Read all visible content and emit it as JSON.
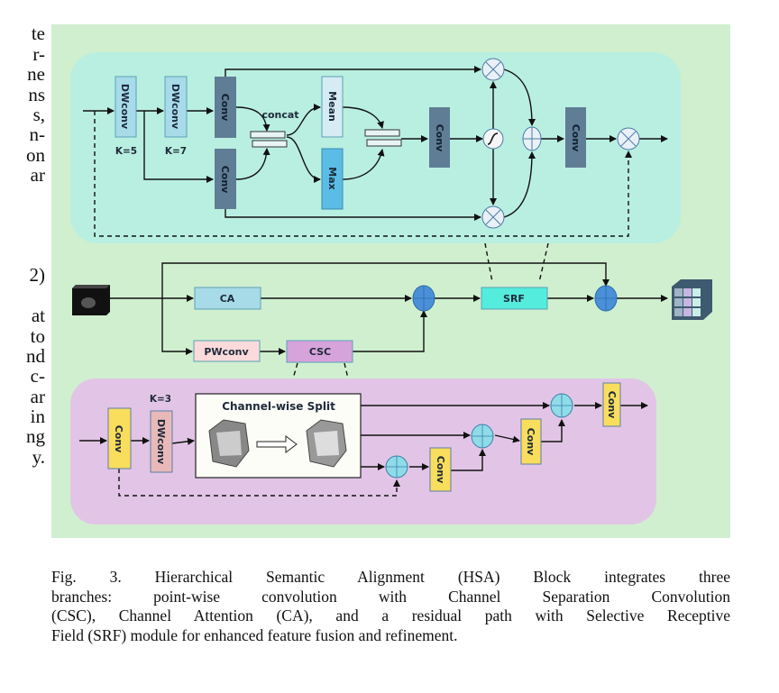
{
  "left_column_fragments": [
    "te",
    "r-",
    "ne",
    "ns",
    "s,",
    "n-",
    "on",
    "ar",
    "2)",
    "at",
    "to",
    "nd",
    "c-",
    "ar",
    "in",
    "ng",
    "y."
  ],
  "figure": {
    "top_block": {
      "dwconv1": "DWconv",
      "k1": "K=5",
      "dwconv2": "DWconv",
      "k2": "K=7",
      "conv_a": "Conv",
      "conv_b": "Conv",
      "concat": "concat",
      "mean": "Mean",
      "max": "Max",
      "conv_c": "Conv",
      "conv_d": "Conv"
    },
    "middle": {
      "ca": "CA",
      "pwconv": "PWconv",
      "csc": "CSC",
      "srf": "SRF"
    },
    "bottom_block": {
      "conv1": "Conv",
      "k": "K=3",
      "dwconv": "DWconv",
      "split_title": "Channel-wise Split",
      "conv2": "Conv",
      "conv3": "Conv",
      "conv4": "Conv"
    },
    "colors": {
      "figure_bg": "#d0efcf",
      "top_panel": "#b9efe0",
      "bottom_panel": "#e2c5e6",
      "dark_conv": "#5f7d95",
      "light_blue": "#a8dbe8",
      "max_blue": "#5bbde6",
      "srf": "#54ecdd",
      "csc": "#d6a3db",
      "pwconv": "#fadada",
      "yellow_conv": "#f9dd5d",
      "sum_node": "#4a90d9"
    }
  },
  "caption": [
    "Fig. 3.   Hierarchical Semantic Alignment (HSA) Block integrates three",
    "branches: point-wise convolution with Channel Separation Convolution",
    "(CSC), Channel Attention (CA), and a residual path with Selective Receptive",
    "Field (SRF) module for enhanced feature fusion and refinement."
  ]
}
